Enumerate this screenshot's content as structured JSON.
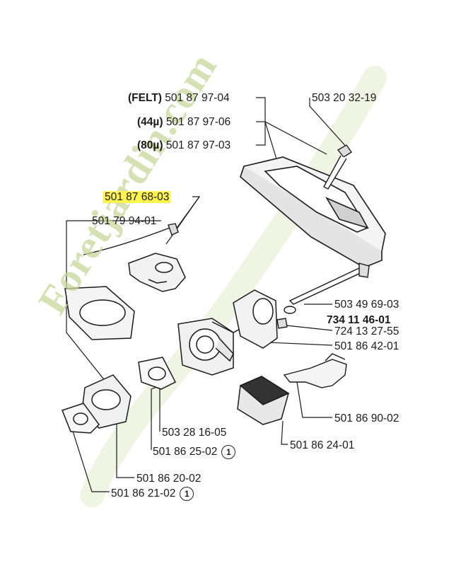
{
  "labels": {
    "felt": {
      "prefix": "(FELT)",
      "part": "501 87 97-04"
    },
    "m44": {
      "prefix": "(44µ)",
      "part": "501 87 97-06"
    },
    "m80": {
      "prefix": "(80µ)",
      "part": "501 87 97-03"
    },
    "bolt": "503 20 32-19",
    "highlighted": "501 87 68-03",
    "rod": "501 79 94-01",
    "screw_long": "503 49 69-03",
    "washer_bold": "734 11 46-01",
    "screw_small": "724 13 27-55",
    "housing": "501 86 42-01",
    "lever": "501 86 90-02",
    "gasket_small": "503 28 16-05",
    "gasket_carb": "501 86 25-02",
    "badge1": "1",
    "intake": "501 86 20-02",
    "block": "501 86 24-01",
    "gasket_bottom": "501 86 21-02",
    "badge2": "1"
  },
  "watermark": {
    "text": "Foretjardin.com",
    "color": "#c8d89a"
  },
  "colors": {
    "highlight": "#fff34d",
    "line": "#1a1a1a"
  }
}
